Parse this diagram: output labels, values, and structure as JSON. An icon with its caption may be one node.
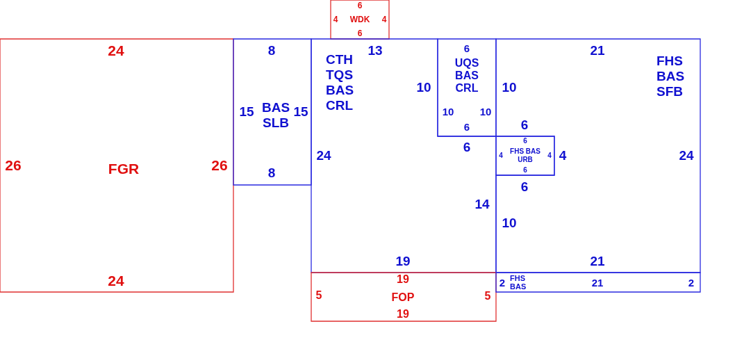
{
  "diagram": {
    "nodes": [
      {
        "text": [
          "6",
          "4",
          "WDK",
          "4",
          "6"
        ]
      },
      {
        "text": [
          "24",
          "26",
          "FGR",
          "26",
          "24"
        ]
      },
      {
        "text": [
          "8",
          "15",
          "BAS SLB",
          "15",
          "8"
        ]
      },
      {
        "text": [
          "CTH TQS BAS CRL",
          "13",
          "10",
          "6",
          "14",
          "19",
          "24"
        ]
      },
      {
        "text": [
          "6",
          "UQS BAS CRL",
          "10",
          "10",
          "6"
        ]
      },
      {
        "text": [
          "FHS BAS SFB",
          "21",
          "24",
          "21",
          "10",
          "6",
          "4",
          "6",
          "10"
        ]
      },
      {
        "text": [
          "6",
          "4",
          "FHS BAS URB",
          "4",
          "6"
        ]
      },
      {
        "text": [
          "19",
          "5",
          "FOP",
          "5",
          "19"
        ]
      },
      {
        "text": [
          "2",
          "FHS BAS",
          "21",
          "2"
        ]
      }
    ]
  }
}
